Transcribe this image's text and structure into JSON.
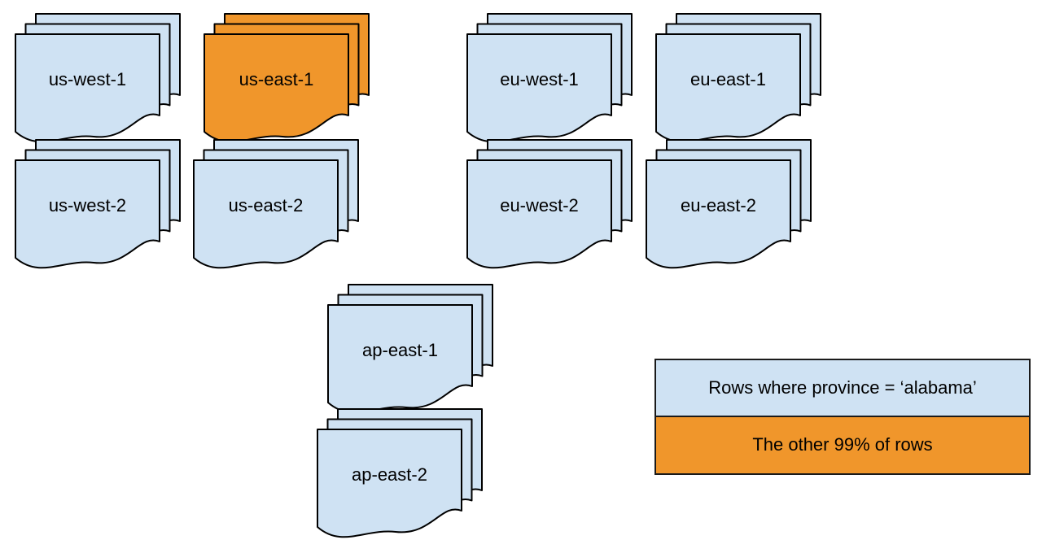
{
  "colors": {
    "doc_fill": "#cfe2f3",
    "highlight_fill": "#f0962b",
    "stroke": "#000000",
    "background": "#ffffff"
  },
  "stacks": [
    {
      "label": "us-west-1",
      "variant": "default"
    },
    {
      "label": "us-east-1",
      "variant": "highlight"
    },
    {
      "label": "eu-west-1",
      "variant": "default"
    },
    {
      "label": "eu-east-1",
      "variant": "default"
    },
    {
      "label": "us-west-2",
      "variant": "default"
    },
    {
      "label": "us-east-2",
      "variant": "default"
    },
    {
      "label": "eu-west-2",
      "variant": "default"
    },
    {
      "label": "eu-east-2",
      "variant": "default"
    },
    {
      "label": "ap-east-1",
      "variant": "default"
    },
    {
      "label": "ap-east-2",
      "variant": "default"
    }
  ],
  "legend": {
    "rows": [
      {
        "label": "Rows where province = ‘alabama’",
        "fill": "#cfe2f3"
      },
      {
        "label": "The other 99% of rows",
        "fill": "#f0962b"
      }
    ]
  }
}
